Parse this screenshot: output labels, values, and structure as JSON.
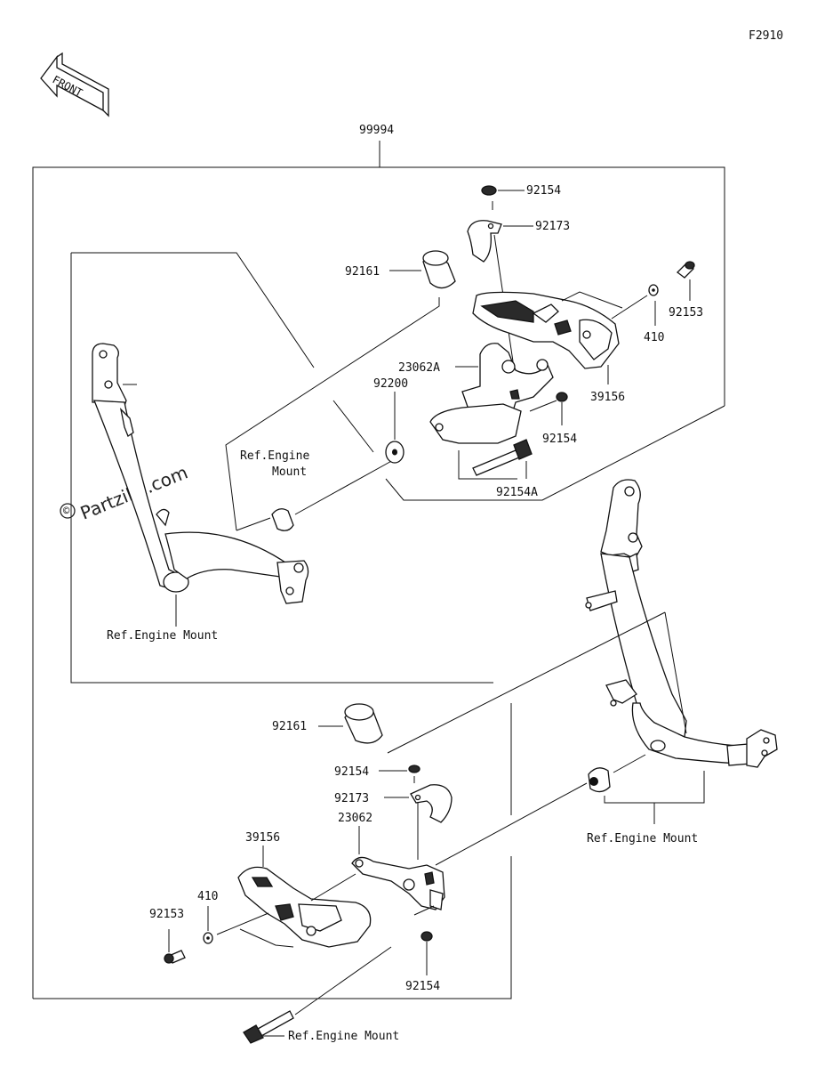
{
  "figure_code": "F2910",
  "front_arrow_label": "FRONT",
  "assembly_number": "99994",
  "watermark": "Partzilla.com",
  "watermark_copyright": "©",
  "labels": {
    "p92154_top": "92154",
    "p92173_top": "92173",
    "p92161_top": "92161",
    "p92153_top": "92153",
    "p410_top": "410",
    "p23062A": "23062A",
    "p39156_top": "39156",
    "p92200": "92200",
    "p92154_mid": "92154",
    "p92154A": "92154A",
    "ref_engine_mount_1_line1": "Ref.Engine",
    "ref_engine_mount_1_line2": "Mount",
    "ref_engine_mount_2": "Ref.Engine Mount",
    "p92161_bottom": "92161",
    "p92154_bottom_top": "92154",
    "p92173_bottom": "92173",
    "p39156_bottom": "39156",
    "p23062": "23062",
    "p410_bottom": "410",
    "p92153_bottom": "92153",
    "p92154_bottom": "92154",
    "ref_engine_mount_3": "Ref.Engine Mount",
    "ref_engine_mount_4": "Ref.Engine Mount"
  }
}
